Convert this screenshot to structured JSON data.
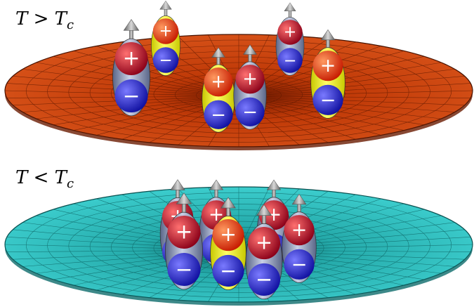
{
  "panels": [
    {
      "label_main": "T > T",
      "label_sub": "c",
      "surface_color": "#c8410a",
      "grid_color": "#6e1e00"
    },
    {
      "label_main": "T < T",
      "label_sub": "c",
      "surface_color": "#2fbfbf",
      "grid_color": "#0f6f6f"
    }
  ],
  "symbols": {
    "plus": "+",
    "minus": "−"
  },
  "colors": {
    "positive": "#c4122a",
    "positive_alt": "#ff2a00",
    "negative": "#2a2ad8",
    "shell_gray": "#8f98b5",
    "shell_yellow": "#ffff1a",
    "arrow": "#8c8c8c"
  }
}
